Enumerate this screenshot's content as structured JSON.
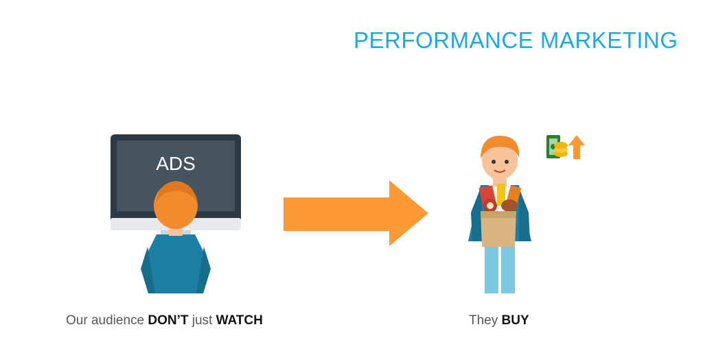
{
  "title": "PERFORMANCE MARKETING",
  "screen_label": "ADS",
  "left_caption": {
    "part1": "Our audience ",
    "part2": "DON’T",
    "part3": " just ",
    "part4": "WATCH"
  },
  "right_caption": {
    "part1": "They ",
    "part2": "BUY"
  },
  "icons": {
    "money": "money-icon",
    "arrow_up": "arrow-up-icon",
    "big_arrow": "arrow-right-icon"
  },
  "colors": {
    "title": "#1ba8e3",
    "arrow": "#fb9935",
    "shirt": "#1a7fa3",
    "hair": "#f48a2e",
    "screen": "#46545f"
  }
}
